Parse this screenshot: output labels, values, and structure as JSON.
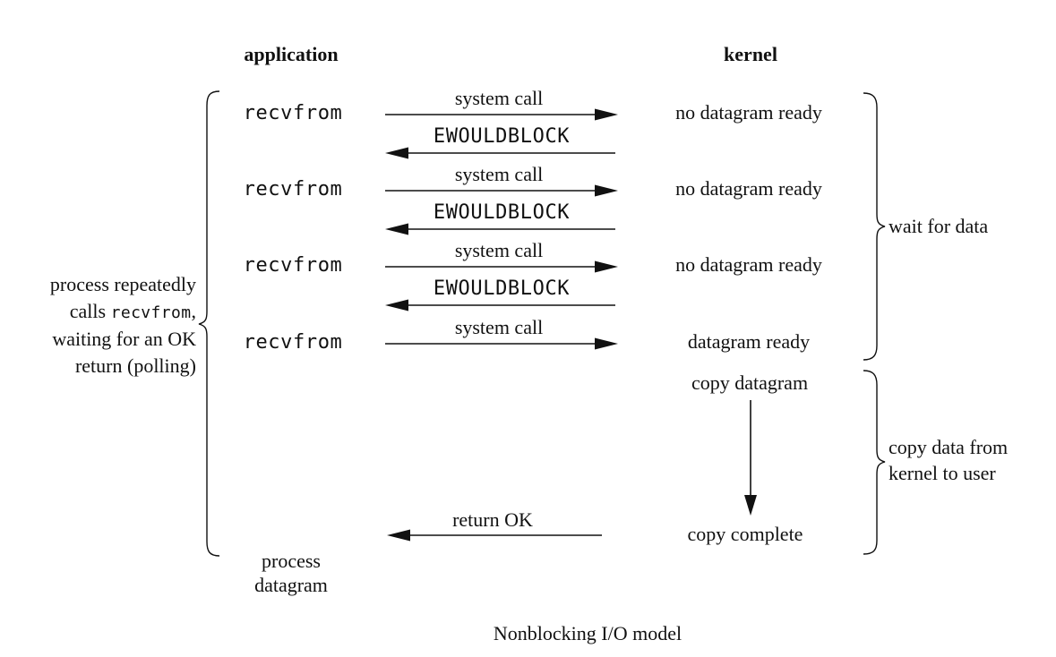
{
  "diagram_title": "Nonblocking I/O model",
  "columns": {
    "application": "application",
    "kernel": "kernel"
  },
  "left_note": {
    "line1": "process repeatedly",
    "line2_prefix": "calls ",
    "line2_code": "recvfrom",
    "line2_suffix": ",",
    "line3": "waiting for an OK",
    "line4": "return (polling)"
  },
  "app_calls": [
    {
      "label": "recvfrom"
    },
    {
      "label": "recvfrom"
    },
    {
      "label": "recvfrom"
    },
    {
      "label": "recvfrom"
    }
  ],
  "arrows": [
    {
      "label": "system call",
      "direction": "right"
    },
    {
      "label": "EWOULDBLOCK",
      "direction": "left"
    },
    {
      "label": "system call",
      "direction": "right"
    },
    {
      "label": "EWOULDBLOCK",
      "direction": "left"
    },
    {
      "label": "system call",
      "direction": "right"
    },
    {
      "label": "EWOULDBLOCK",
      "direction": "left"
    },
    {
      "label": "system call",
      "direction": "right"
    },
    {
      "label": "return OK",
      "direction": "left"
    }
  ],
  "kernel_states": [
    {
      "label": "no datagram ready"
    },
    {
      "label": "no datagram ready"
    },
    {
      "label": "no datagram ready"
    },
    {
      "label": "datagram ready"
    },
    {
      "label": "copy datagram"
    },
    {
      "label": "copy complete"
    }
  ],
  "process_note": {
    "line1": "process",
    "line2": "datagram"
  },
  "brace_labels": {
    "wait": "wait for data",
    "copy_line1": "copy data from",
    "copy_line2": "kernel to user"
  },
  "colors": {
    "ink": "#111111",
    "background": "#ffffff"
  }
}
